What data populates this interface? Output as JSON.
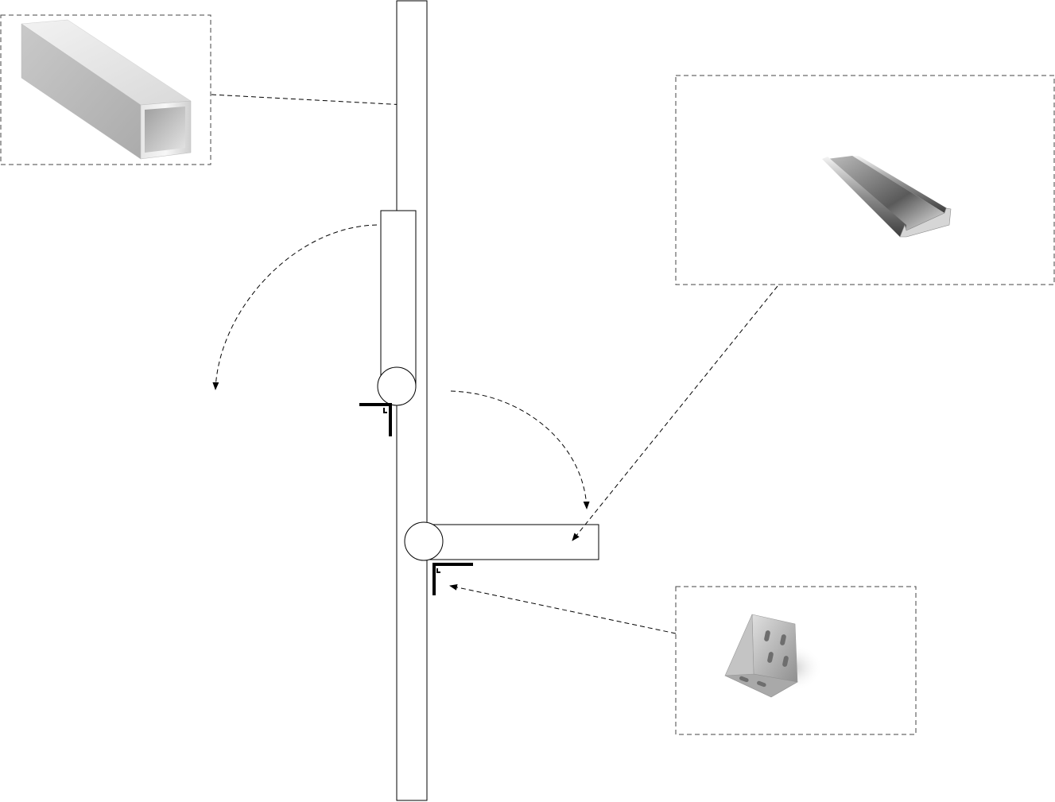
{
  "diagram": {
    "background": "#ffffff",
    "line_color": "#000000",
    "bracket_color": "#000000",
    "callouts": [
      {
        "id": "square-tube",
        "picture": "square-aluminum-tube-photo"
      },
      {
        "id": "u-channel",
        "picture": "u-channel-profile-photo"
      },
      {
        "id": "corner-bracket",
        "picture": "corner-bracket-photo"
      }
    ],
    "parts": [
      "vertical-post",
      "folding-arm-upright",
      "folding-arm-horizontal",
      "upper-hinge-pivot",
      "lower-hinge-pivot",
      "upper-corner-bracket",
      "lower-corner-bracket"
    ],
    "arrows": [
      "fold-arc-left",
      "fold-arc-right",
      "tube-to-post",
      "channel-to-arm",
      "bracket-to-joint"
    ]
  }
}
